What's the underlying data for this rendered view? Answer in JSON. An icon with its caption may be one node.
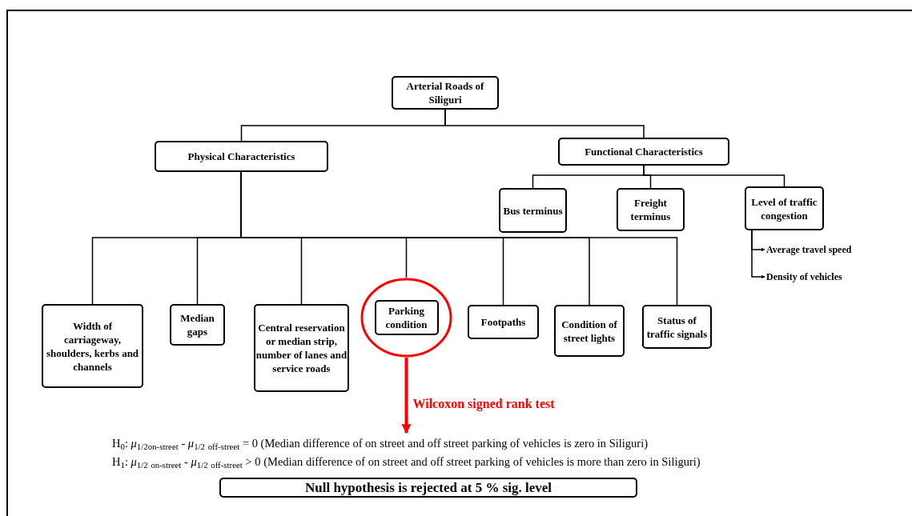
{
  "diagram": {
    "nodes": [
      {
        "text": [
          "Arterial Roads of Siliguri"
        ]
      },
      {
        "text": [
          "Physical Characteristics"
        ]
      },
      {
        "text": [
          "Functional Characteristics"
        ]
      },
      {
        "text": [
          "Bus terminus"
        ]
      },
      {
        "text": [
          "Freight terminus"
        ]
      },
      {
        "text": [
          "Level of traffic congestion"
        ]
      },
      {
        "text": [
          "Average travel speed"
        ]
      },
      {
        "text": [
          "Density of vehicles"
        ]
      },
      {
        "text": [
          "Width of carriageway, shoulders, kerbs and channels"
        ]
      },
      {
        "text": [
          "Median gaps"
        ]
      },
      {
        "text": [
          "Central reservation or median strip, number of lanes and service roads"
        ]
      },
      {
        "text": [],
        "shape": "circle"
      },
      {
        "text": [
          "Parking condition"
        ],
        "in": 11
      },
      {
        "text": [
          "Footpaths"
        ]
      },
      {
        "text": [
          "Condition of street lights"
        ]
      },
      {
        "text": [
          "Status of traffic signals"
        ]
      },
      {
        "text": [
          "Null hypothesis is rejected at 5 % sig. level"
        ]
      },
      {
        "text": [
          "H$_{0}$: *μ*$_{1/2}$$_{on-street}$ - *μ*$_{1/2}$ $_{off-street}$ = 0 (Median difference of on street and off street parking of vehicles is zero in Siliguri)",
          "H$_{1}$: *μ*$_{1/2}$ $_{on-street}$ - *μ*$_{1/2}$ $_{off-street}$ > 0 (Median difference of on street and off street parking of vehicles is more than zero in Siliguri)"
        ]
      }
    ],
    "edges": [
      {
        "from": 0,
        "to": 1,
        "arrow": "none"
      },
      {
        "from": 0,
        "to": 2,
        "arrow": "none"
      },
      {
        "from": 2,
        "to": 3,
        "arrow": "none"
      },
      {
        "from": 2,
        "to": 4,
        "arrow": "none"
      },
      {
        "from": 2,
        "to": 5,
        "arrow": "none"
      },
      {
        "from": 5,
        "to": 6,
        "arrow": "to"
      },
      {
        "from": 5,
        "to": 7,
        "arrow": "to"
      },
      {
        "from": 1,
        "to": 8,
        "arrow": "none"
      },
      {
        "from": 1,
        "to": 9,
        "arrow": "none"
      },
      {
        "from": 1,
        "to": 10,
        "arrow": "none"
      },
      {
        "from": 1,
        "to": 11,
        "arrow": "none"
      },
      {
        "from": 1,
        "to": 13,
        "arrow": "none"
      },
      {
        "from": 1,
        "to": 14,
        "arrow": "none"
      },
      {
        "from": 1,
        "to": 15,
        "arrow": "none"
      },
      {
        "from": 11,
        "to": 17,
        "arrow": "to",
        "label": "Wilcoxon signed rank test",
        "style": "thick",
        "color": "#ff0000"
      }
    ]
  }
}
